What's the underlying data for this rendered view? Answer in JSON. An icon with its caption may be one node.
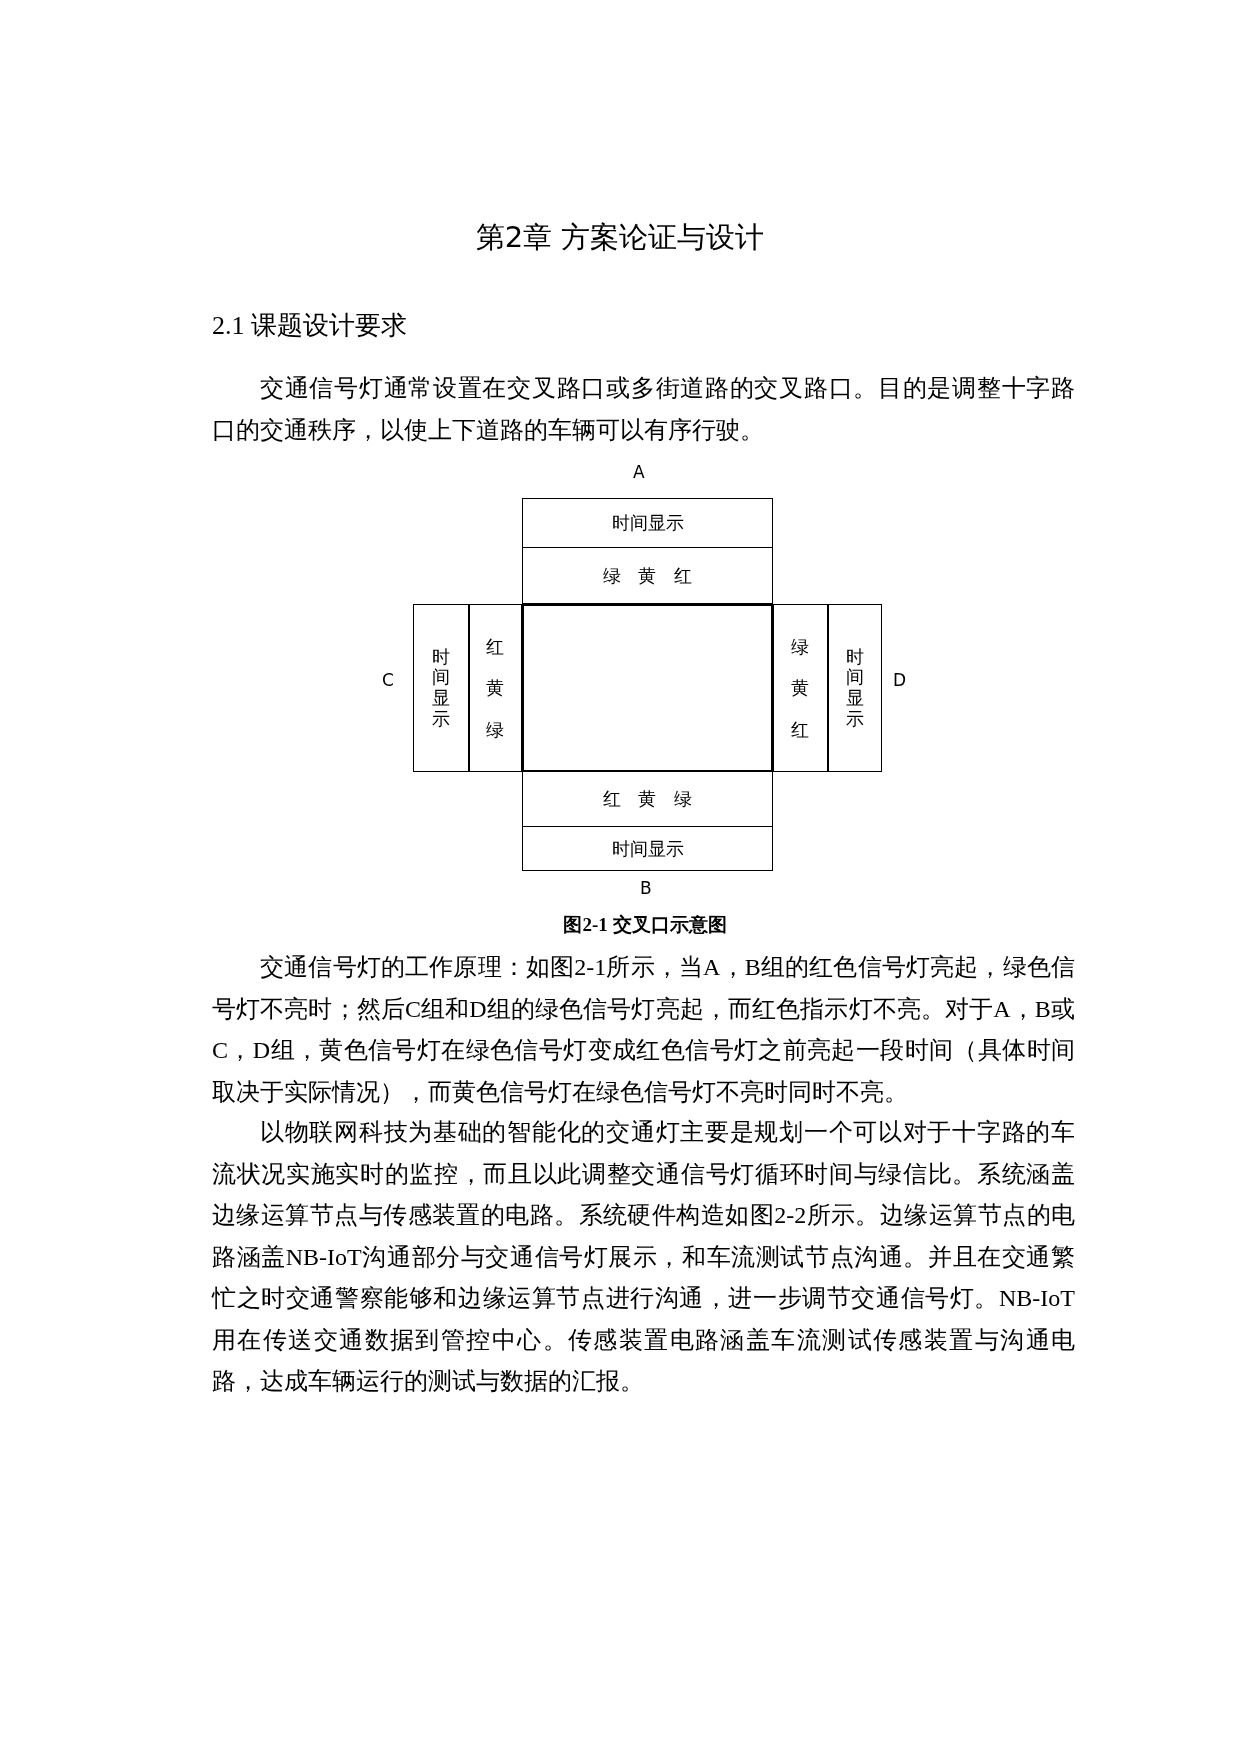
{
  "diagram": {
    "title": "第2章 方案论证与设计",
    "caption": "图2-1 交叉口示意图",
    "nodes": [
      {
        "text": [
          "时间显示"
        ]
      },
      {
        "text": [
          "绿 黄 红"
        ]
      },
      {
        "text": [
          "时间显示"
        ]
      },
      {
        "text": [
          "红黄绿"
        ]
      },
      {
        "text": [],
        "shape": "box"
      },
      {
        "text": [
          "绿黄红"
        ]
      },
      {
        "text": [
          "时间显示"
        ]
      },
      {
        "text": [
          "红 黄 绿"
        ]
      },
      {
        "text": [
          "时间显示"
        ]
      }
    ],
    "labels": [
      "2.1 课题设计要求",
      "交通信号灯通常设置在交叉路口或多街道路的交叉路口。目的是调整十字路口的交通秩序，以使上下道路的车辆可以有序行驶。",
      "A",
      "C",
      "D",
      "B",
      "交通信号灯的工作原理：如图2-1所示，当A，B组的红色信号灯亮起，绿色信号灯不亮时；然后C组和D组的绿色信号灯亮起，而红色指示灯不亮。对于A，B或C，D组，黄色信号灯在绿色信号灯变成红色信号灯之前亮起一段时间（具体时间取决于实际情况），而黄色信号灯在绿色信号灯不亮时同时不亮。",
      "以物联网科技为基础的智能化的交通灯主要是规划一个可以对于十字路的车流状况实施实时的监控，而且以此调整交通信号灯循环时间与绿信比。系统涵盖边缘运算节点与传感装置的电路。系统硬件构造如图2-2所示。边缘运算节点的电路涵盖NB-IoT沟通部分与交通信号灯展示，和车流测试节点沟通。并且在交通繁忙之时交通警察能够和边缘运算节点进行沟通，进一步调节交通信号灯。NB-IoT用在传送交通数据到管控中心。传感装置电路涵盖车流测试传感装置与沟通电路，达成车辆运行的测试与数据的汇报。"
    ]
  }
}
